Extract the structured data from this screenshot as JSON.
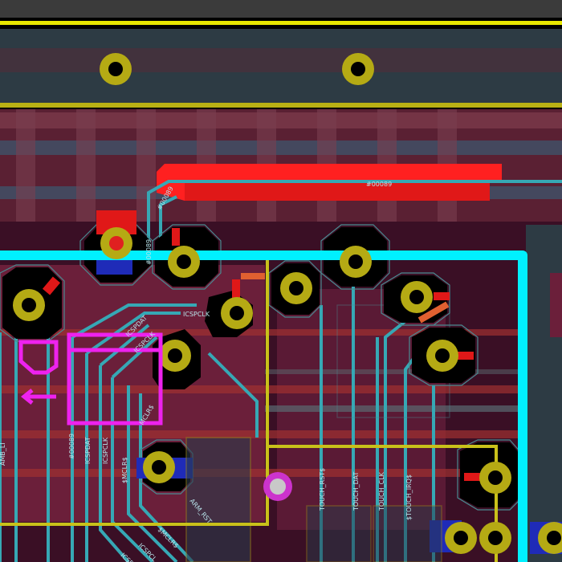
{
  "app": {
    "view": "pcb-layout-canvas"
  },
  "colors": {
    "background": "#000000",
    "top_copper": "#d11a1a",
    "bottom_copper": "#1f2bb8",
    "inner_copper": "#6b1f3a",
    "trace_teal": "#36a8b5",
    "pad_yellow": "#b5aa14",
    "silkscreen_yellow": "#c9c11a",
    "board_outline": "#00f0ff",
    "selection_magenta": "#ee22ee",
    "via_magenta": "#cc33cc",
    "pour_gray": "#3a4a55"
  },
  "net_labels": {
    "n00089_top": "#00089",
    "n00089_mid": "#00089",
    "n00089_diag": "#00089",
    "n00089_left": "#00089",
    "icspclk_h": "ICSPCLK",
    "icspdat_diag": "ICSPDAT",
    "icspclk_diag": "ICSPCLK",
    "mclr_diag": "MCLR$",
    "icspdat_v": "ICSPDAT",
    "icspclk_v": "ICSPCLK",
    "smclr_v": "$MCLR$",
    "ambl_v": "AMB_LI",
    "arm_rst": "ARM_RST",
    "smclr_low": "$MCLR$",
    "icspcl_low": "ICSPCL",
    "icsp_low": "ICSP",
    "touch_rst": "TOUCH_RST$",
    "touch_dat": "TOUCH_DAT",
    "touch_clk": "TOUCH_CLK",
    "touch_irq": "$TOUCH_IRQ$"
  },
  "components": {
    "pads": [
      "pad-1",
      "pad-2",
      "pad-3",
      "pad-4",
      "pad-5",
      "pad-6",
      "pad-7",
      "pad-8",
      "pad-9",
      "pad-10",
      "pad-11",
      "pad-12",
      "pad-13",
      "pad-14",
      "pad-15",
      "pad-16"
    ]
  }
}
